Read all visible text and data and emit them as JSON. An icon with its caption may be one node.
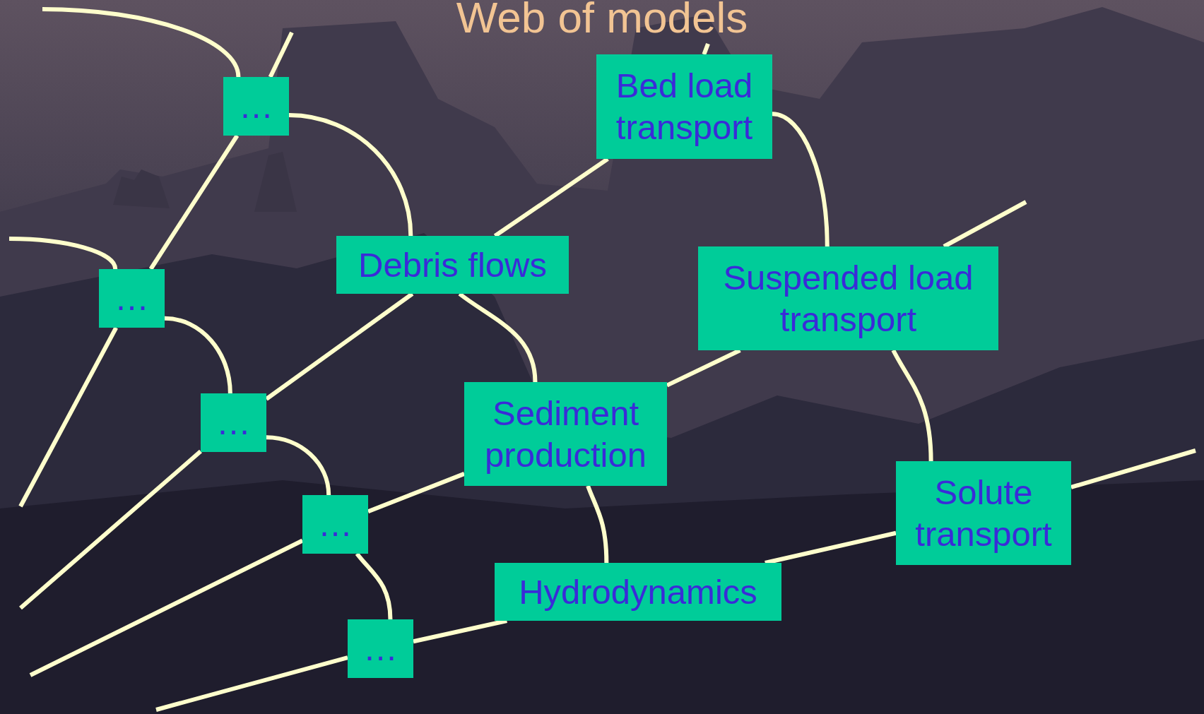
{
  "diagram": {
    "title": "Web of models",
    "nodes": [
      {
        "text": [
          "…"
        ]
      },
      {
        "text": [
          "Bed load transport"
        ]
      },
      {
        "text": [
          "…"
        ]
      },
      {
        "text": [
          "Debris flows"
        ]
      },
      {
        "text": [
          "Suspended load transport"
        ]
      },
      {
        "text": [
          "…"
        ]
      },
      {
        "text": [
          "Sediment production"
        ]
      },
      {
        "text": [
          "…"
        ]
      },
      {
        "text": [
          "Solute transport"
        ]
      },
      {
        "text": [
          "Hydrodynamics"
        ]
      },
      {
        "text": [
          "…"
        ]
      }
    ],
    "edges": [
      {
        "from": null,
        "to": 0,
        "arrow": "none"
      },
      {
        "from": 0,
        "to": 2,
        "arrow": "none"
      },
      {
        "from": 2,
        "to": null,
        "arrow": "none"
      },
      {
        "from": null,
        "to": 1,
        "arrow": "none"
      },
      {
        "from": 1,
        "to": 3,
        "arrow": "none"
      },
      {
        "from": 3,
        "to": 5,
        "arrow": "none"
      },
      {
        "from": 5,
        "to": null,
        "arrow": "none"
      },
      {
        "from": null,
        "to": 4,
        "arrow": "none"
      },
      {
        "from": 4,
        "to": 6,
        "arrow": "none"
      },
      {
        "from": 6,
        "to": 7,
        "arrow": "none"
      },
      {
        "from": 7,
        "to": null,
        "arrow": "none"
      },
      {
        "from": null,
        "to": 8,
        "arrow": "none"
      },
      {
        "from": 8,
        "to": 9,
        "arrow": "none"
      },
      {
        "from": 9,
        "to": 10,
        "arrow": "none"
      },
      {
        "from": 10,
        "to": null,
        "arrow": "none"
      },
      {
        "from": null,
        "to": 0,
        "arrow": "none"
      },
      {
        "from": 0,
        "to": 3,
        "arrow": "none"
      },
      {
        "from": 1,
        "to": 4,
        "arrow": "none"
      },
      {
        "from": null,
        "to": 2,
        "arrow": "none"
      },
      {
        "from": 2,
        "to": 5,
        "arrow": "none"
      },
      {
        "from": 3,
        "to": 6,
        "arrow": "none"
      },
      {
        "from": 4,
        "to": 8,
        "arrow": "none"
      },
      {
        "from": 5,
        "to": 7,
        "arrow": "none"
      },
      {
        "from": 6,
        "to": 9,
        "arrow": "none"
      },
      {
        "from": 7,
        "to": 10,
        "arrow": "none"
      }
    ]
  }
}
